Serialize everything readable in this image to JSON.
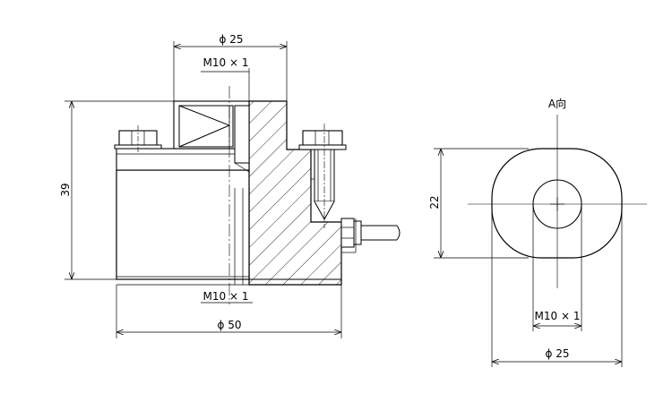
{
  "drawing": {
    "view_label": "A向",
    "side_view": {
      "dim_top_dia": "ϕ 25",
      "dim_top_thread": "M10 × 1",
      "dim_height": "39",
      "dim_bottom_thread": "M10 × 1",
      "dim_base_dia": "ϕ 50"
    },
    "end_view": {
      "dim_height": "22",
      "dim_thread": "M10 × 1",
      "dim_dia": "ϕ 25"
    }
  }
}
